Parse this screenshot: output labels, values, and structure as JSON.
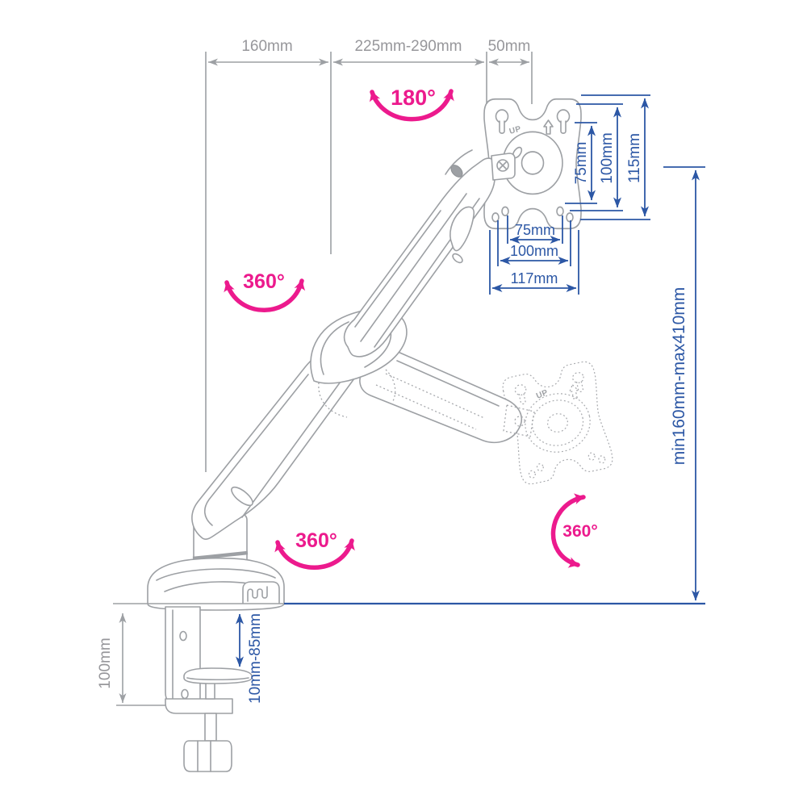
{
  "diagram": {
    "title": "desk-mount-monitor-arm-dimension-drawing",
    "colors": {
      "accent_pink": "#ec1a8d",
      "dimension_blue": "#2c57a5",
      "line_gray": "#9da0a4"
    },
    "top_dims": {
      "reach_rear": "160mm",
      "reach_front": "225mm-290mm",
      "head_depth": "50mm"
    },
    "rotations": {
      "head_swivel": "180°",
      "mid_joint": "360°",
      "base_swivel": "360°",
      "plate_rotation": "360°"
    },
    "vesa": {
      "vertical": {
        "v75": "75mm",
        "v100": "100mm",
        "v115": "115mm"
      },
      "horizontal": {
        "h75": "75mm",
        "h100": "100mm",
        "h117": "117mm"
      },
      "up_label": "UP"
    },
    "height_range": "min160mm-max410mm",
    "clamp": {
      "bracket_height": "100mm",
      "grip_range": "10mm-85mm"
    }
  }
}
